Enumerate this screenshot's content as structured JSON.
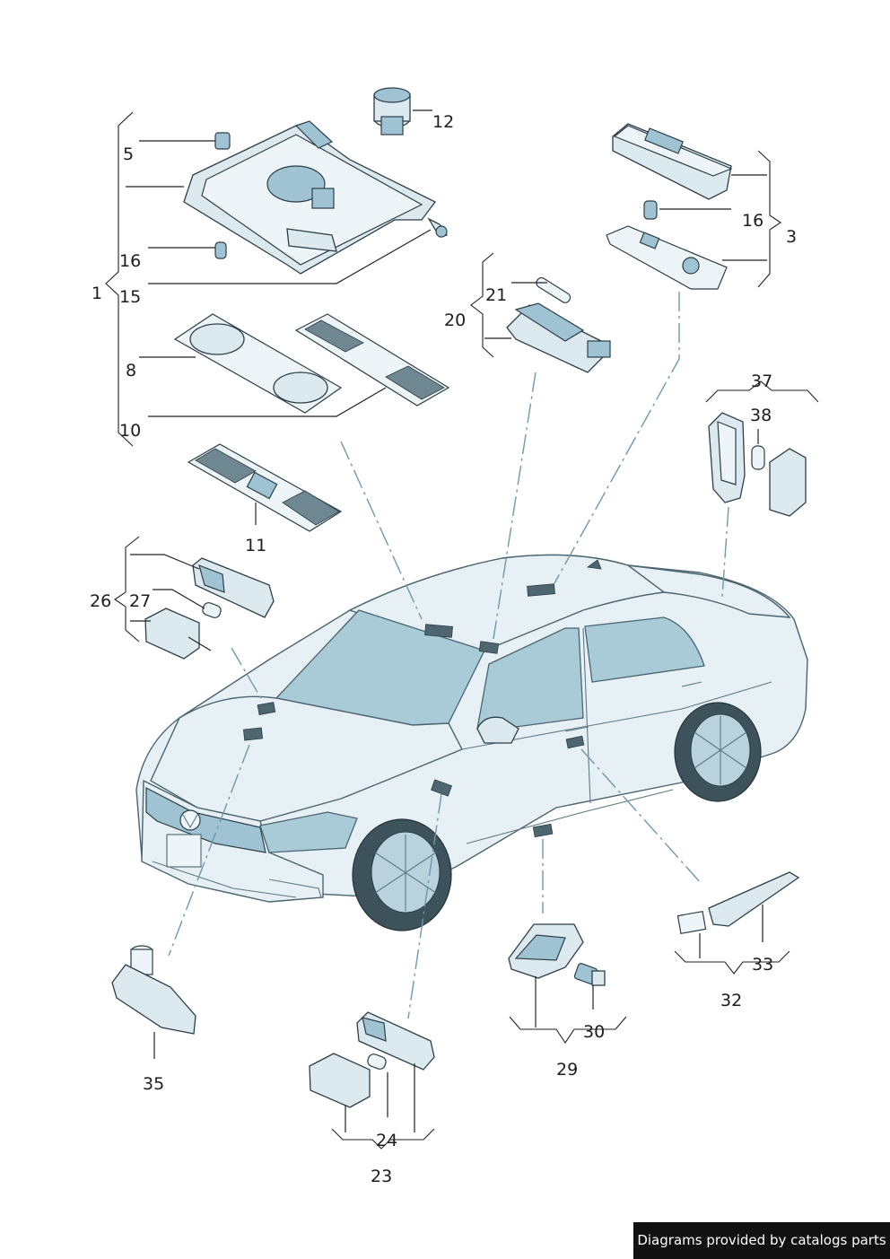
{
  "diagram": {
    "labels": {
      "l1": "1",
      "l3": "3",
      "l5": "5",
      "l8": "8",
      "l10": "10",
      "l11": "11",
      "l12": "12",
      "l15": "15",
      "l16a": "16",
      "l16b": "16",
      "l20": "20",
      "l21": "21",
      "l23": "23",
      "l24": "24",
      "l26": "26",
      "l27": "27",
      "l29": "29",
      "l30": "30",
      "l32": "32",
      "l33": "33",
      "l35": "35",
      "l37": "37",
      "l38": "38"
    }
  },
  "credit": {
    "text": "Diagrams provided by catalogs parts"
  },
  "colors": {
    "part_fill": "#dce9ef",
    "part_dark": "#9fc3d2",
    "outline": "#2c3e48",
    "leader_dash": "#6f98ad"
  }
}
